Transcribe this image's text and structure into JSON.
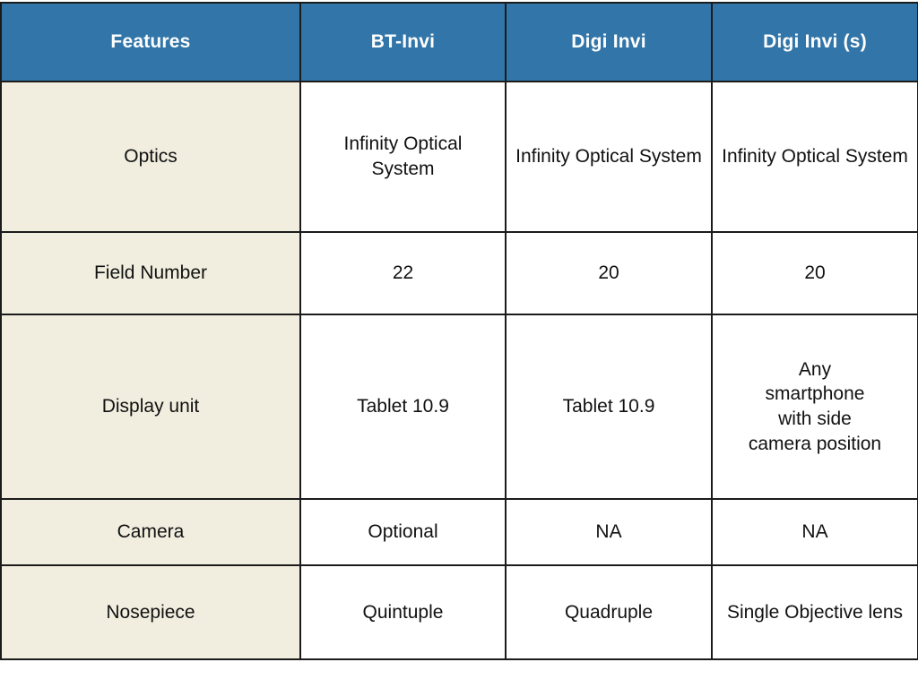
{
  "table": {
    "title_row_color": "#3275a8",
    "feature_column_color": "#f1eedf",
    "border_color": "#1b1b1b",
    "headers": [
      {
        "label": "Features"
      },
      {
        "label": "BT-Invi"
      },
      {
        "label": "Digi Invi"
      },
      {
        "label": "Digi Invi (s)"
      }
    ],
    "rows": [
      {
        "feature": "Optics",
        "bt_invi": "Infinity Optical System",
        "digi_invi": "Infinity Optical System",
        "digi_invi_s": "Infinity Optical System"
      },
      {
        "feature": "Field Number",
        "bt_invi": "22",
        "digi_invi": "20",
        "digi_invi_s": "20"
      },
      {
        "feature": "Display unit",
        "bt_invi": "Tablet 10.9",
        "digi_invi": "Tablet 10.9",
        "digi_invi_s": "Any smartphone with side camera position"
      },
      {
        "feature": "Camera",
        "bt_invi": "Optional",
        "digi_invi": "NA",
        "digi_invi_s": "NA"
      },
      {
        "feature": "Nosepiece",
        "bt_invi": "Quintuple",
        "digi_invi": "Quadruple",
        "digi_invi_s": "Single Objective lens"
      }
    ]
  }
}
